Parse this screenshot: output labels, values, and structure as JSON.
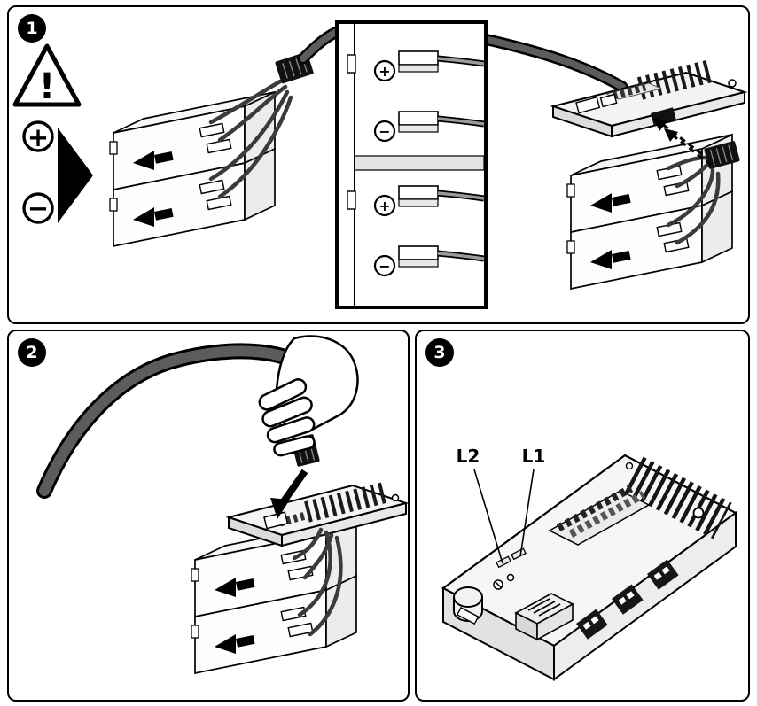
{
  "panels": {
    "step1": {
      "badge": "1",
      "symbols": {
        "warning": "!",
        "plus": "+",
        "minus": "−"
      },
      "detail_inset": {
        "battery1": {
          "positive": "+",
          "negative": "−"
        },
        "battery2": {
          "positive": "+",
          "negative": "−"
        }
      }
    },
    "step2": {
      "badge": "2"
    },
    "step3": {
      "badge": "3",
      "labels": {
        "l2": "L2",
        "l1": "L1"
      }
    }
  }
}
